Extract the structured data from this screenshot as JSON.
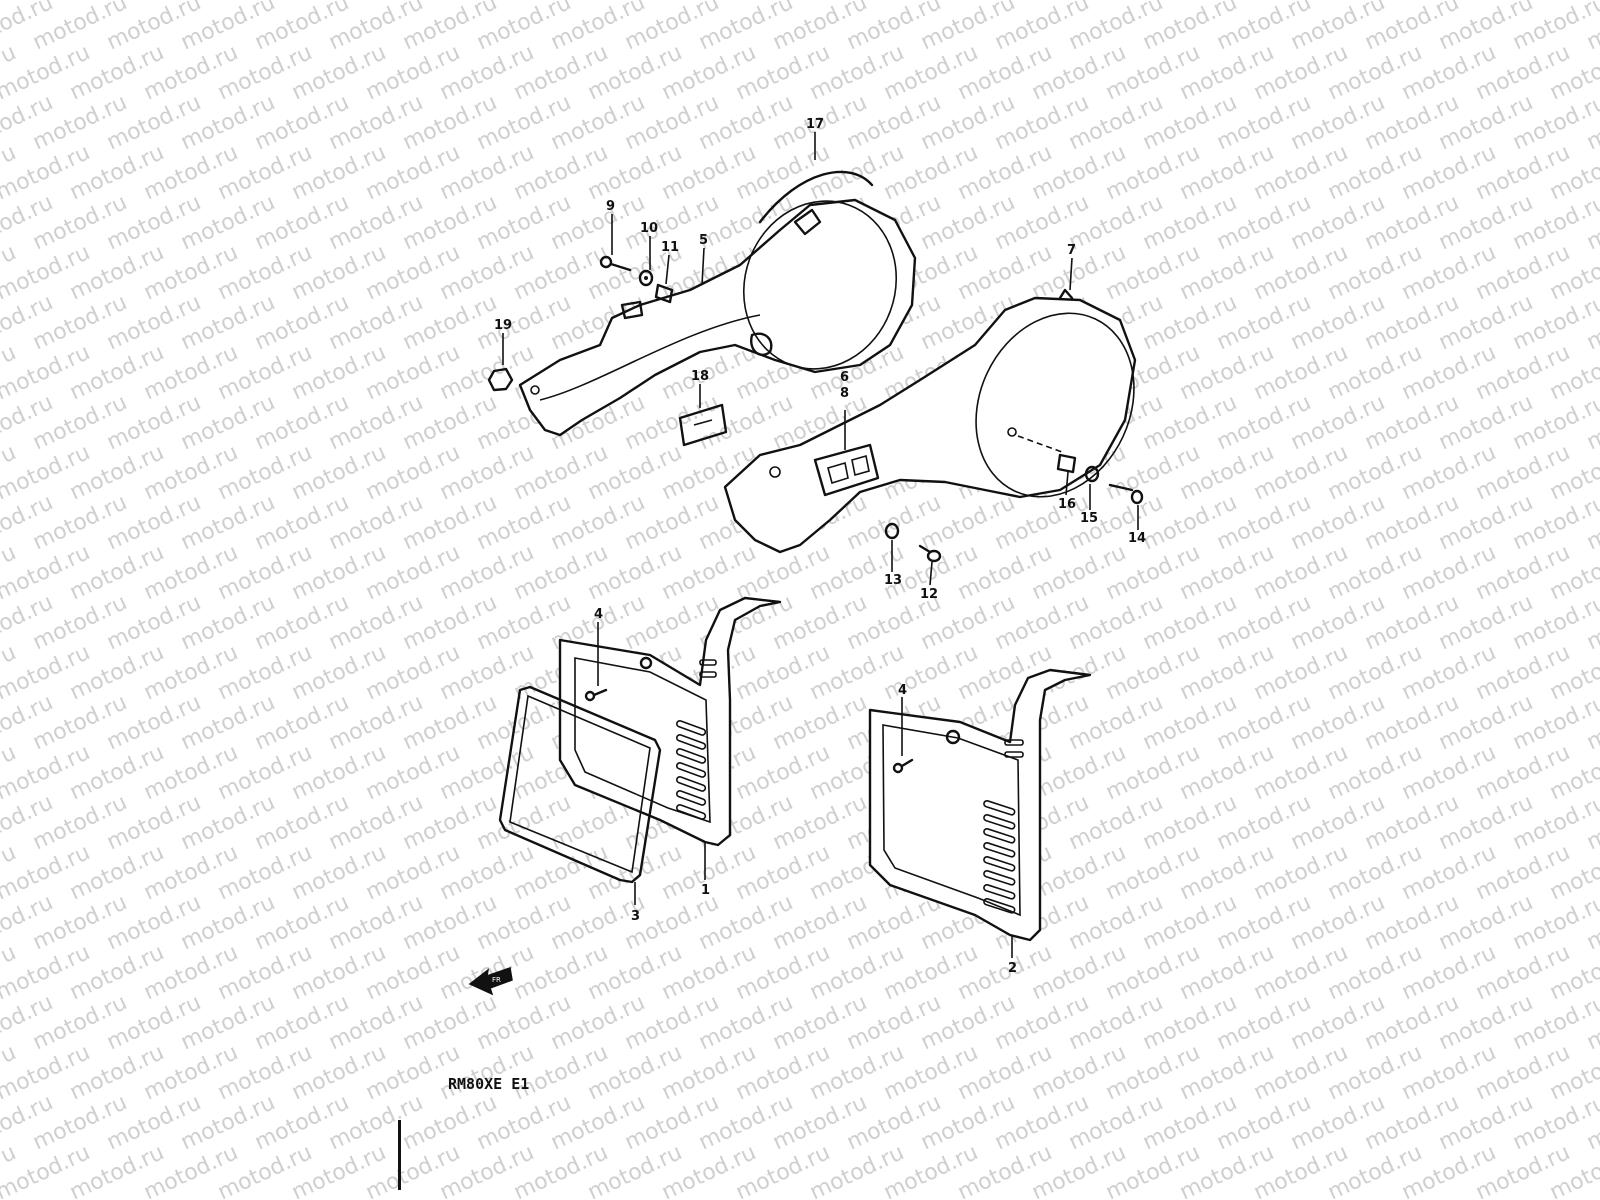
{
  "watermark": {
    "text": "motod.ru"
  },
  "diagram": {
    "model_label": "RM80XE E1",
    "callouts": [
      {
        "id": "17",
        "label": "17"
      },
      {
        "id": "9",
        "label": "9"
      },
      {
        "id": "10",
        "label": "10"
      },
      {
        "id": "11",
        "label": "11"
      },
      {
        "id": "5",
        "label": "5"
      },
      {
        "id": "19",
        "label": "19"
      },
      {
        "id": "18",
        "label": "18"
      },
      {
        "id": "7",
        "label": "7"
      },
      {
        "id": "6",
        "label": "6"
      },
      {
        "id": "8",
        "label": "8"
      },
      {
        "id": "16",
        "label": "16"
      },
      {
        "id": "15",
        "label": "15"
      },
      {
        "id": "14",
        "label": "14"
      },
      {
        "id": "13",
        "label": "13"
      },
      {
        "id": "12",
        "label": "12"
      },
      {
        "id": "4a",
        "label": "4"
      },
      {
        "id": "4b",
        "label": "4"
      },
      {
        "id": "3",
        "label": "3"
      },
      {
        "id": "1",
        "label": "1"
      },
      {
        "id": "2",
        "label": "2"
      }
    ]
  }
}
